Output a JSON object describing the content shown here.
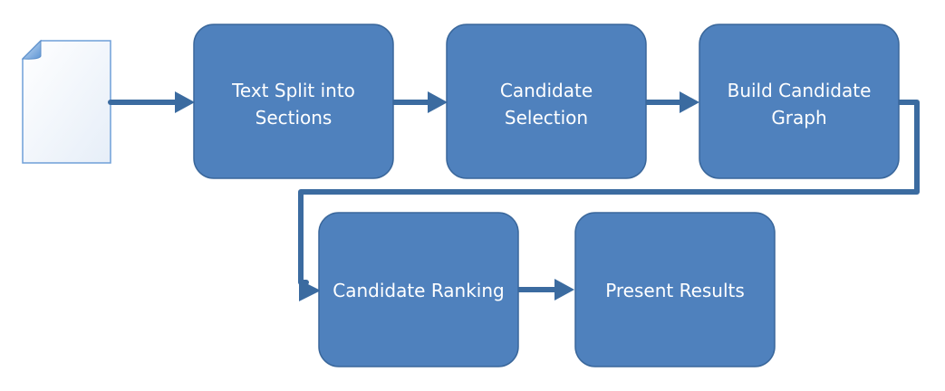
{
  "diagram": {
    "nodes": [
      {
        "id": "text-split",
        "lines": [
          "Text Split into",
          "Sections"
        ]
      },
      {
        "id": "candidate-selection",
        "lines": [
          "Candidate",
          "Selection"
        ]
      },
      {
        "id": "build-candidate-graph",
        "lines": [
          "Build Candidate",
          "Graph"
        ]
      },
      {
        "id": "candidate-ranking",
        "lines": [
          "Candidate Ranking"
        ]
      },
      {
        "id": "present-results",
        "lines": [
          "Present Results"
        ]
      }
    ],
    "edges": [
      {
        "from": "document",
        "to": "text-split"
      },
      {
        "from": "text-split",
        "to": "candidate-selection"
      },
      {
        "from": "candidate-selection",
        "to": "build-candidate-graph"
      },
      {
        "from": "build-candidate-graph",
        "to": "candidate-ranking"
      },
      {
        "from": "candidate-ranking",
        "to": "present-results"
      }
    ],
    "colors": {
      "box_fill": "#4f81bd",
      "box_stroke": "#3a679b",
      "arrow": "#3b6ba0",
      "text": "#ffffff",
      "doc_fill": "#ffffff",
      "doc_stroke": "#5b8ec9",
      "doc_fold": "#6fa3dc"
    },
    "icons": {
      "document": "document-icon"
    }
  }
}
